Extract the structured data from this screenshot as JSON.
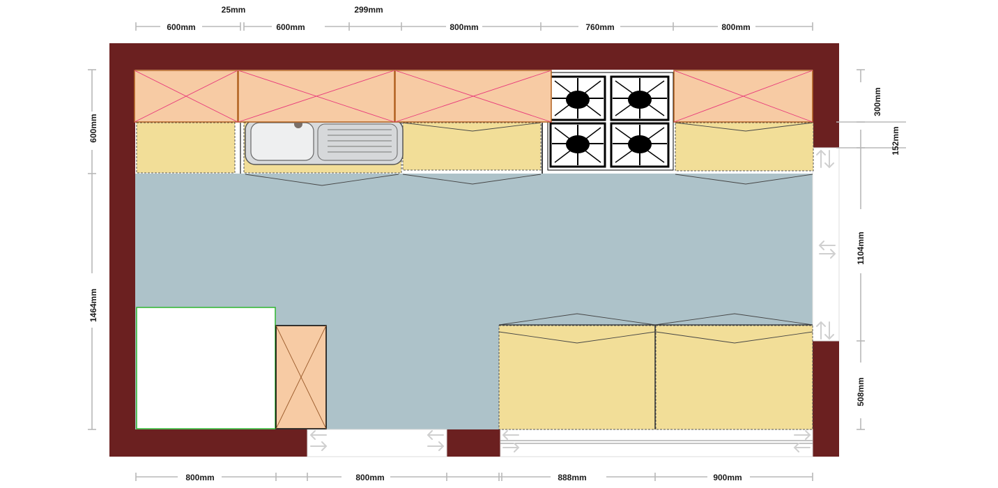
{
  "colors": {
    "wall": "#6b2020",
    "floor": "#adc2c9",
    "upper_cabinet": "#f7cba4",
    "base_cabinet": "#f2de98",
    "appliance_outline": "#2fb52f"
  },
  "dimensions": {
    "top_row1": {
      "d25": "25mm",
      "d299": "299mm"
    },
    "top_row2": {
      "d600a": "600mm",
      "d600b": "600mm",
      "d800a": "800mm",
      "d760": "760mm",
      "d800b": "800mm"
    },
    "left": {
      "d600": "600mm",
      "d1464": "1464mm"
    },
    "right_inner": {
      "d300": "300mm",
      "d1104": "1104mm",
      "d508": "508mm"
    },
    "right_outer": {
      "d152": "152mm"
    },
    "bottom": {
      "d800a": "800mm",
      "d800b": "800mm",
      "d888": "888mm",
      "d900": "900mm"
    }
  },
  "icons": [
    "sink-icon",
    "hob-burner-icon",
    "opening-arrow-icon"
  ]
}
